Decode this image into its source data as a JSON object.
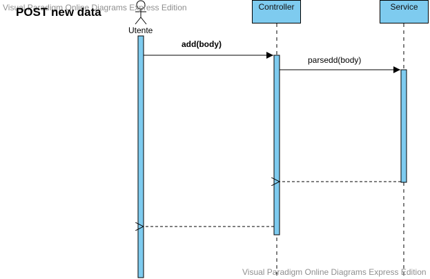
{
  "diagram": {
    "title": "POST new data",
    "watermark_top": "Visual Paradigm Online Diagrams Express Edition",
    "watermark_bottom": "Visual Paradigm Online Diagrams Express Edition"
  },
  "participants": [
    {
      "id": "utente",
      "label": "Utente",
      "kind": "actor"
    },
    {
      "id": "controller",
      "label": "Controller",
      "kind": "lifeline"
    },
    {
      "id": "service",
      "label": "Service",
      "kind": "lifeline"
    }
  ],
  "messages": [
    {
      "from": "utente",
      "to": "controller",
      "label": "add(body)",
      "kind": "sync"
    },
    {
      "from": "controller",
      "to": "service",
      "label": "parsedd(body)",
      "kind": "sync"
    },
    {
      "from": "service",
      "to": "controller",
      "label": "",
      "kind": "return"
    },
    {
      "from": "controller",
      "to": "utente",
      "label": "",
      "kind": "return"
    }
  ],
  "colors": {
    "lifeline_fill": "#7ecbef",
    "activation_fill": "#7ecbef",
    "stroke": "#000000",
    "watermark": "#8f8f8f"
  }
}
